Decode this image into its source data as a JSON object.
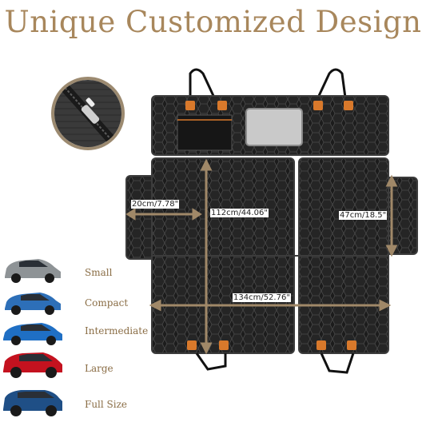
{
  "title": "Unique Customized Design",
  "dimensions": {
    "flap_width": "20cm/7.78\"",
    "seat_length": "112cm/44.06\"",
    "side_height": "47cm/18.5\"",
    "total_width": "134cm/52.76\""
  },
  "car_sizes": [
    {
      "label": "Small",
      "color": "#8e9396"
    },
    {
      "label": "Compact",
      "color": "#2d6fb8"
    },
    {
      "label": "Intermediate",
      "color": "#1f6fc4"
    },
    {
      "label": "Large",
      "color": "#c4121f"
    },
    {
      "label": "Full Size",
      "color": "#1f4f86"
    }
  ],
  "colors": {
    "title": "#a8875c",
    "cover": "#1c1c1c",
    "stitch": "#4a4a4a",
    "clip": "#d9792b",
    "dimension_line": "#a08868",
    "size_label": "#8a6d45"
  }
}
